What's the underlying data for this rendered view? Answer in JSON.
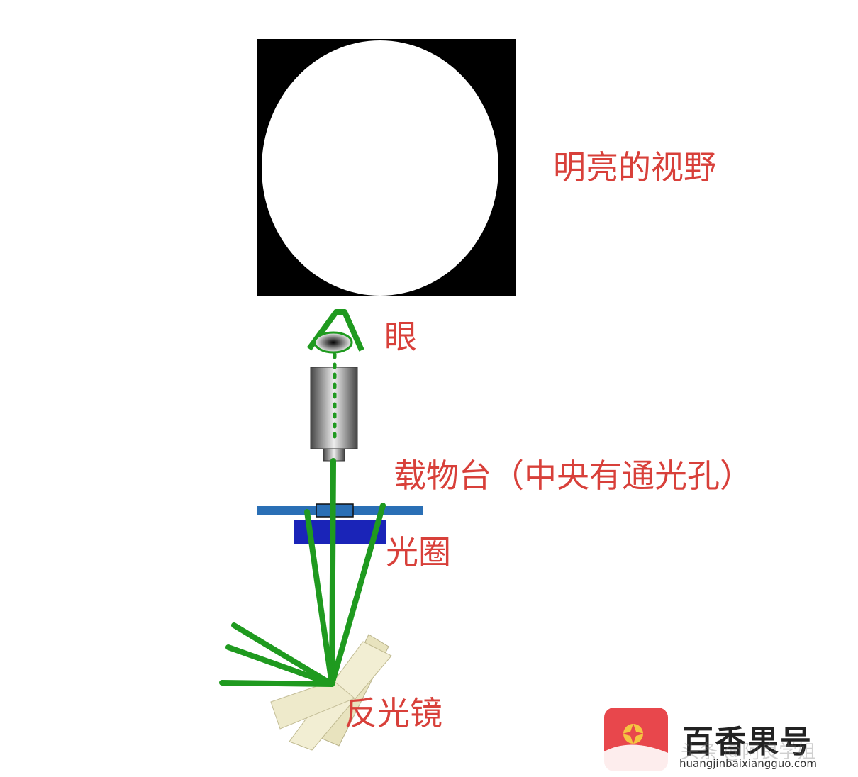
{
  "labels": {
    "bright_field": "明亮的视野",
    "eye": "眼",
    "stage": "载物台（中央有通光孔）",
    "diaphragm": "光圈",
    "mirror": "反光镜"
  },
  "watermark": {
    "brand": "百香果号",
    "overlay": "头条 @阿良学姐",
    "site": "huangjinbaixiangguo.com"
  },
  "colors": {
    "label": "#d8403a",
    "light_ray": "#1f9a1f",
    "stage": "#2a6fb5",
    "diaphragm": "#1a24b8",
    "mirror": "#eeeacb",
    "field_background": "#000000",
    "field_circle": "#ffffff",
    "logo": "#e8474c"
  }
}
